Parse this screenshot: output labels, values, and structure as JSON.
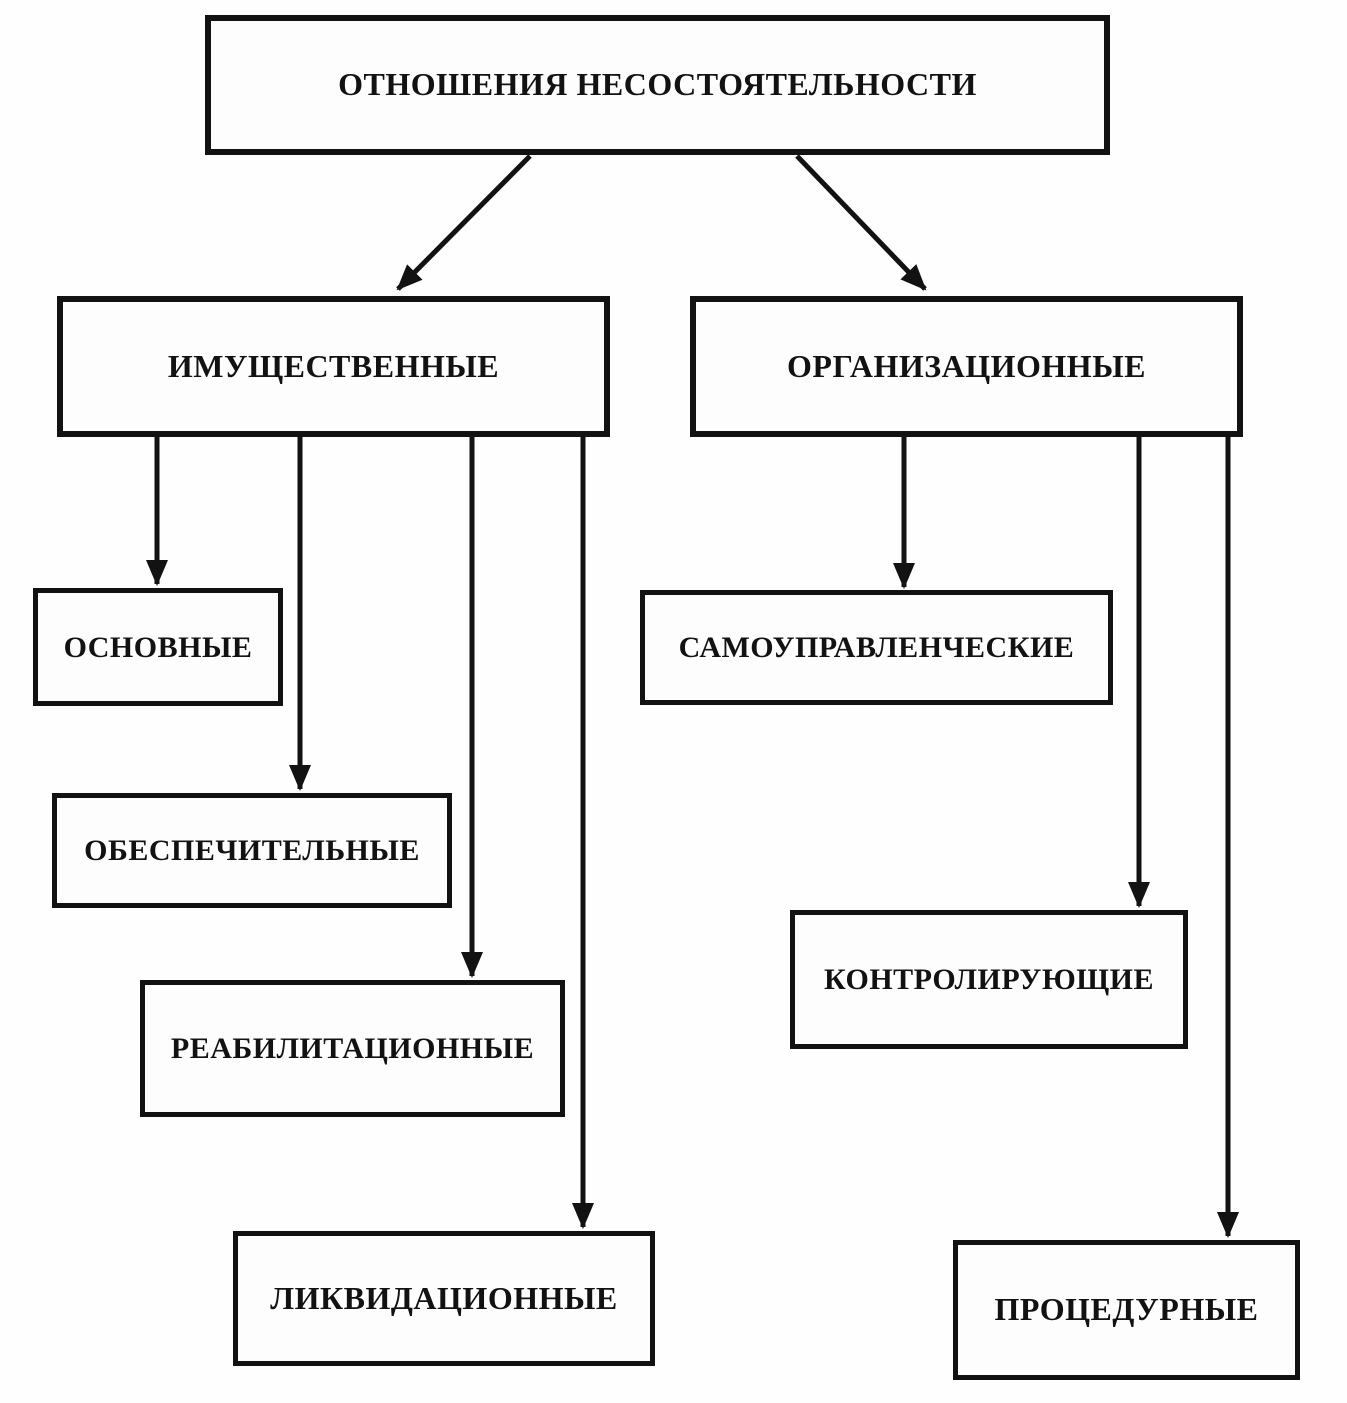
{
  "diagram": {
    "title": "ОТНОШЕНИЯ НЕСОСТОЯТЕЛЬНОСТИ",
    "type": "flowchart",
    "colors": {
      "line": "#121212",
      "box_border": "#121212",
      "text": "#121212",
      "background": "#ffffff"
    },
    "nodes": {
      "root": {
        "label": "ОТНОШЕНИЯ НЕСОСТОЯТЕЛЬНОСТИ",
        "level": 1
      },
      "property": {
        "label": "ИМУЩЕСТВЕННЫЕ",
        "level": 2
      },
      "organizational": {
        "label": "ОРГАНИЗАЦИОННЫЕ",
        "level": 2
      },
      "basic": {
        "label": "ОСНОВНЫЕ",
        "level": 3
      },
      "security": {
        "label": "ОБЕСПЕЧИТЕЛЬНЫЕ",
        "level": 3
      },
      "rehabilitation": {
        "label": "РЕАБИЛИТАЦИОННЫЕ",
        "level": 3
      },
      "liquidation": {
        "label": "ЛИКВИДАЦИОННЫЕ",
        "level": 3
      },
      "self_management": {
        "label": "САМОУПРАВЛЕНЧЕСКИЕ",
        "level": 3
      },
      "controlling": {
        "label": "КОНТРОЛИРУЮЩИЕ",
        "level": 3
      },
      "procedural": {
        "label": "ПРОЦЕДУРНЫЕ",
        "level": 3
      }
    },
    "edges": [
      {
        "from": "root",
        "to": "property"
      },
      {
        "from": "root",
        "to": "organizational"
      },
      {
        "from": "property",
        "to": "basic"
      },
      {
        "from": "property",
        "to": "security"
      },
      {
        "from": "property",
        "to": "rehabilitation"
      },
      {
        "from": "property",
        "to": "liquidation"
      },
      {
        "from": "organizational",
        "to": "self_management"
      },
      {
        "from": "organizational",
        "to": "controlling"
      },
      {
        "from": "organizational",
        "to": "procedural"
      }
    ]
  }
}
